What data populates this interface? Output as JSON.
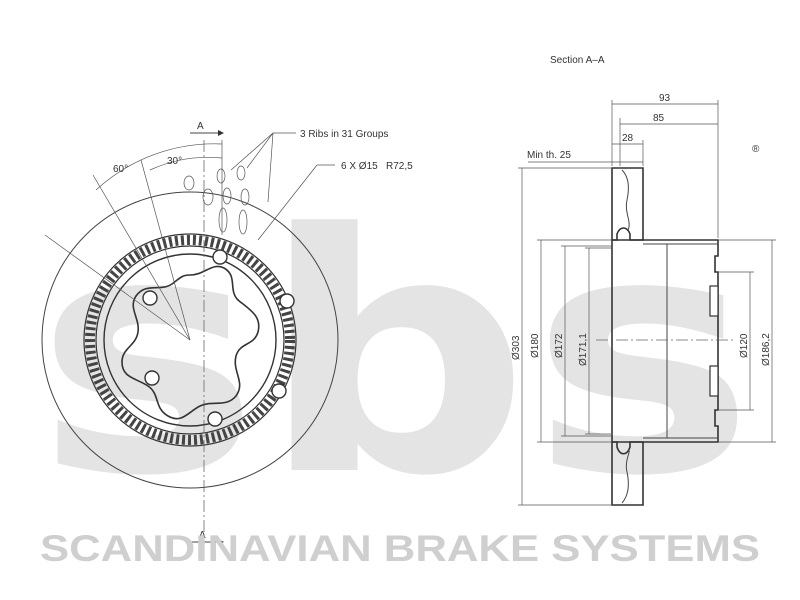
{
  "watermark": {
    "logo_letters": "sbs",
    "registered_mark": "®",
    "company_name": "SCANDINAVIAN BRAKE SYSTEMS"
  },
  "front_view": {
    "section_marker_top": "A",
    "section_marker_bottom": "A",
    "angle_60": "60°",
    "angle_30": "30°",
    "ribs_note": "3 Ribs in 31 Groups",
    "holes_note": "6 X Ø15   R72,5"
  },
  "section_view": {
    "title": "Section A–A",
    "min_thickness": "Min th. 25",
    "dims": {
      "d93": "93",
      "d85": "85",
      "d28": "28",
      "d303": "Ø303",
      "d180": "Ø180",
      "d172": "Ø172",
      "d171": "Ø171,1",
      "d120": "Ø120",
      "d186": "Ø186,2"
    }
  },
  "colors": {
    "line": "#333333",
    "watermark": "#d9d9d9"
  }
}
